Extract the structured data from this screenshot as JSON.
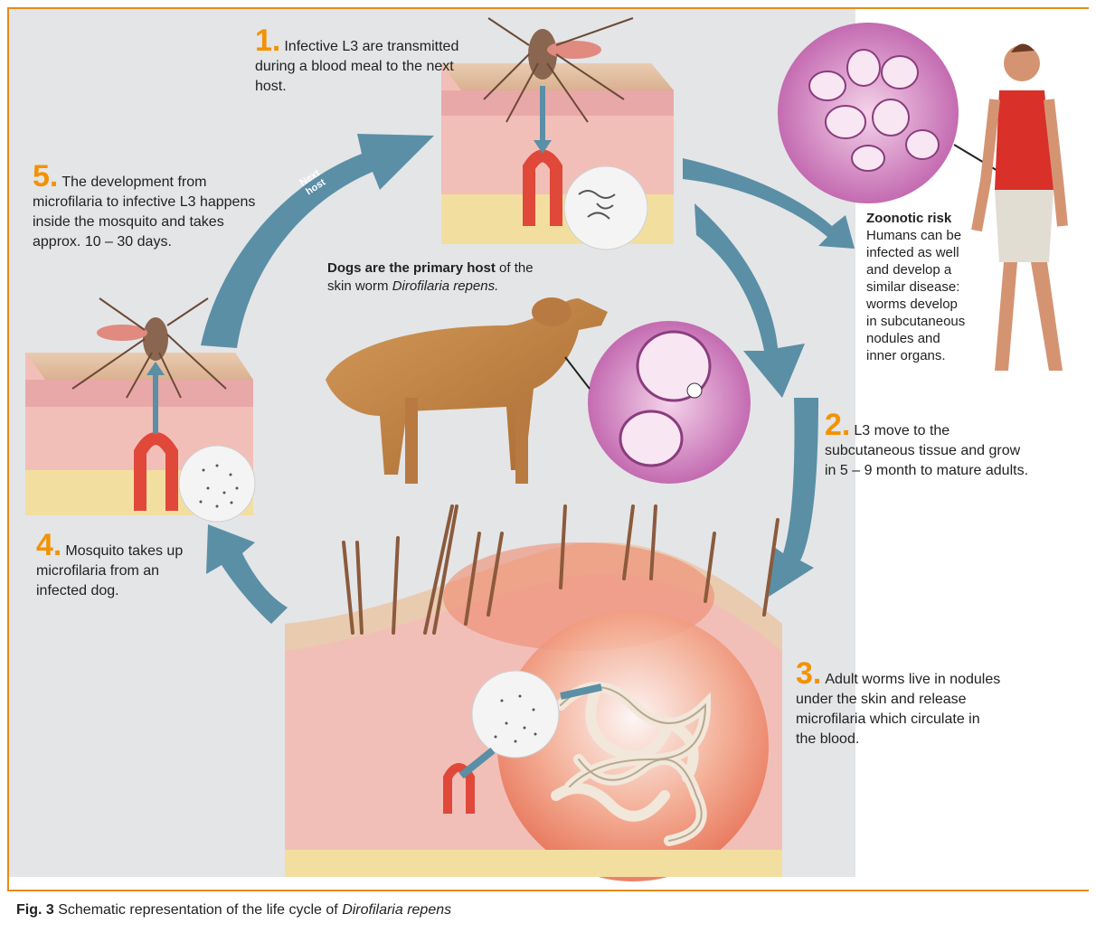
{
  "steps": {
    "s1": {
      "num": "1.",
      "text": "Infective L3 are transmitted during a blood meal to the next host."
    },
    "s2": {
      "num": "2.",
      "text": "L3 move to the subcutaneous tissue and grow in 5 – 9 month to mature adults."
    },
    "s3": {
      "num": "3.",
      "text": "Adult worms live in nodules under the skin and release microfilaria which circulate in the blood."
    },
    "s4": {
      "num": "4.",
      "text": "Mosquito takes up microfilaria from an infected dog."
    },
    "s5": {
      "num": "5.",
      "text": "The development from microfilaria to infective L3 happens inside the mosquito and takes approx. 10 – 30 days."
    }
  },
  "next_host_label": "Next host",
  "dog_caption": {
    "bold": "Dogs are the primary host",
    "rest": " of the skin worm ",
    "species": "Dirofilaria repens."
  },
  "zoonotic": {
    "title": "Zoonotic risk",
    "text": "Humans can be infected as well and develop a similar disease: worms develop in subcutaneous nodules and inner organs."
  },
  "figure_caption": {
    "label": "Fig. 3",
    "text": "Schematic representation of the life cycle of",
    "species": "Dirofilaria repens"
  },
  "colors": {
    "accent_orange": "#f39200",
    "arrow_blue": "#5a8fa6",
    "panel_gray": "#e4e5e7",
    "skin_pink": "#f2bfb8",
    "worm_red": "#e0483a"
  }
}
